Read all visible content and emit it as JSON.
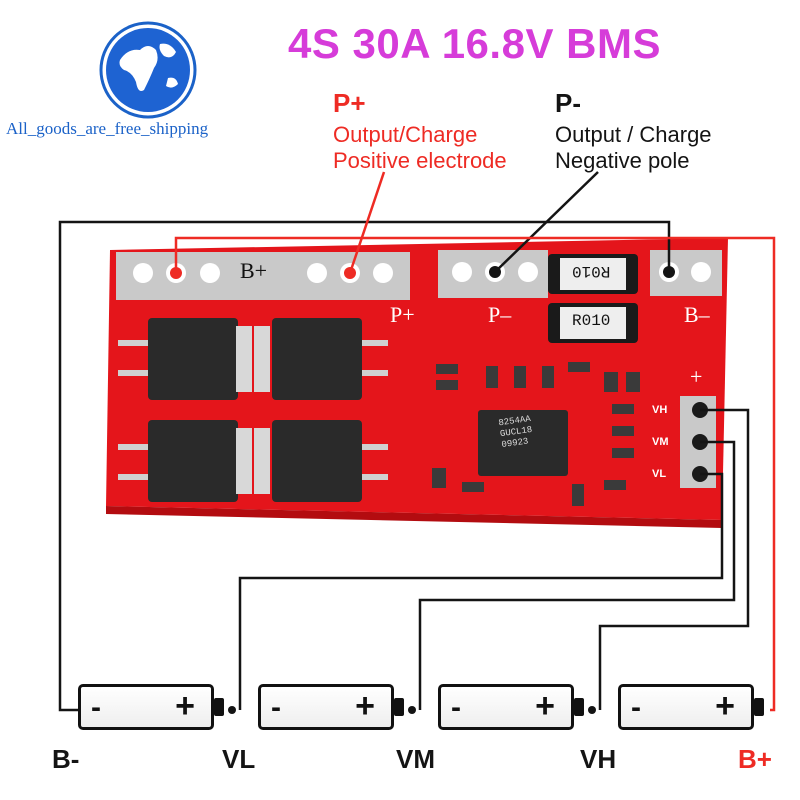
{
  "header": {
    "title": "4S 30A 16.8V BMS",
    "shop_name": "All_goods_are_free_shipping"
  },
  "callouts": {
    "p_plus": {
      "label": "P+",
      "line1": "Output/Charge",
      "line2": "Positive electrode"
    },
    "p_minus": {
      "label": "P-",
      "line1": "Output / Charge",
      "line2": "Negative pole"
    }
  },
  "board": {
    "silkscreen": {
      "b_plus": "B+",
      "p_plus": "P+",
      "p_minus": "P–",
      "b_minus": "B–",
      "plus": "+",
      "vh": "VH",
      "vm": "VM",
      "vl": "VL"
    },
    "resistor_marks": [
      "R010",
      "R010"
    ],
    "chip_marks": [
      "8254AA",
      "GUCL18",
      "09923"
    ]
  },
  "batteries": [
    {
      "minus": "-",
      "plus": "+"
    },
    {
      "minus": "-",
      "plus": "+"
    },
    {
      "minus": "-",
      "plus": "+"
    },
    {
      "minus": "-",
      "plus": "+"
    }
  ],
  "terminals": {
    "b_minus": "B-",
    "vl": "VL",
    "vm": "VM",
    "vh": "VH",
    "b_plus": "B+"
  },
  "colors": {
    "title": "#d63cd9",
    "pcb_red": "#e4151b",
    "positive_red": "#ee2b24",
    "shop_blue": "#1b62c8",
    "wire_black": "#141414"
  },
  "icons": [
    "globe-icon"
  ]
}
